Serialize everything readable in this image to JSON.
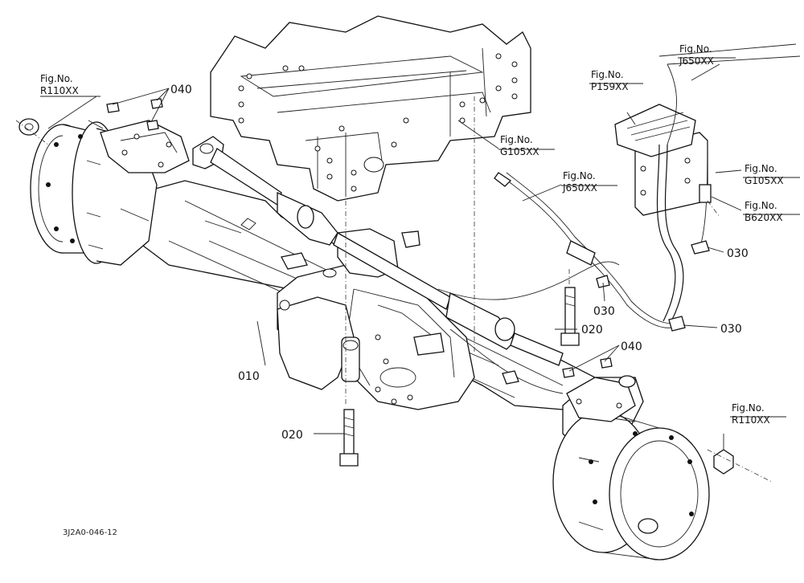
{
  "part_labels": {
    "p010": "010",
    "p020_left": "020",
    "p020_right": "020",
    "p030_a": "030",
    "p030_b": "030",
    "p030_c": "030",
    "p040_top": "040",
    "p040_bottom": "040"
  },
  "fig_refs": {
    "r110_left": {
      "line1": "Fig.No.",
      "line2": "R110XX"
    },
    "g105_top": {
      "line1": "Fig.No.",
      "line2": "G105XX"
    },
    "j650_mid": {
      "line1": "Fig.No.",
      "line2": "J650XX"
    },
    "p159": {
      "line1": "Fig.No.",
      "line2": "P159XX"
    },
    "j650_top": {
      "line1": "Fig.No.",
      "line2": "J650XX"
    },
    "g105_right": {
      "line1": "Fig.No.",
      "line2": "G105XX"
    },
    "b620": {
      "line1": "Fig.No.",
      "line2": "B620XX"
    },
    "r110_right": {
      "line1": "Fig.No.",
      "line2": "R110XX"
    }
  },
  "drawing_code": "3J2A0-046-12"
}
